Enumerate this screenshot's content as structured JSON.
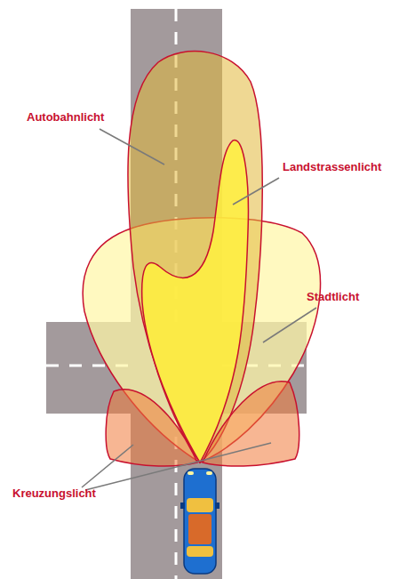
{
  "diagram": {
    "labels": [
      "Autobahnlicht",
      "Landstrassenlicht",
      "Stadtlicht",
      "Kreuzungslicht"
    ]
  }
}
